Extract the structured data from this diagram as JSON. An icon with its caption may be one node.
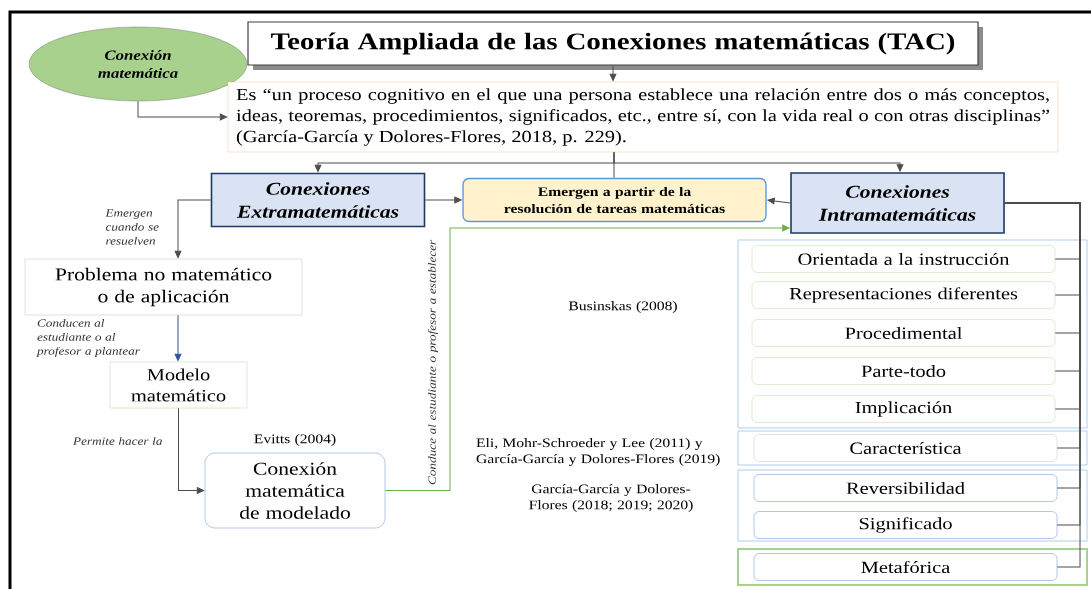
{
  "diagram": {
    "nodes": [
      {
        "text": [
          "Teoría Ampliada de las Conexiones matemáticas (TAC)"
        ]
      },
      {
        "text": [
          "Conexión matemática"
        ]
      },
      {
        "text": [
          "Es “un proceso cognitivo en el que una persona establece una relación entre dos o más conceptos, ideas, teoremas, procedimientos, significados, etc., entre sí, con la vida real o con otras disciplinas” (García-García y Dolores-Flores, 2018, p. 229)."
        ]
      },
      {
        "text": [
          "Conexiones Extramatemáticas"
        ]
      },
      {
        "text": [
          "Emergen a partir de la resolución de tareas matemáticas"
        ]
      },
      {
        "text": [
          "Conexiones Intramatemáticas"
        ]
      },
      {
        "text": [
          "Problema no matemático o de aplicación"
        ]
      },
      {
        "text": [
          "Modelo matemático"
        ]
      },
      {
        "text": [
          "Conexión matemática de modelado"
        ],
        "beside": [
          "Evitts (2004)"
        ]
      },
      {
        "text": [],
        "shape": "box"
      },
      {
        "text": [
          "Orientada a la instrucción"
        ],
        "in": 9
      },
      {
        "text": [
          "Representaciones diferentes"
        ],
        "in": 9
      },
      {
        "text": [
          "Procedimental"
        ],
        "in": 9
      },
      {
        "text": [
          "Parte-todo"
        ],
        "in": 9
      },
      {
        "text": [
          "Implicación"
        ],
        "in": 9
      },
      {
        "text": [],
        "shape": "box",
        "beside": [
          "Eli, Mohr-Schroeder y Lee (2011) y García-García y Dolores-Flores (2019)"
        ]
      },
      {
        "text": [
          "Característica"
        ],
        "in": 15
      },
      {
        "text": [],
        "shape": "box"
      },
      {
        "text": [
          "Reversibilidad"
        ],
        "in": 17
      },
      {
        "text": [
          "Significado"
        ],
        "in": 17
      },
      {
        "text": [],
        "shape": "box"
      },
      {
        "text": [
          "Metafórica"
        ],
        "in": 20
      }
    ],
    "edges": [
      {
        "from": 0,
        "to": 2,
        "arrow": "to"
      },
      {
        "from": 1,
        "to": 2,
        "arrow": "to"
      },
      {
        "from": 2,
        "to": 3,
        "arrow": "to"
      },
      {
        "from": 2,
        "to": 4,
        "arrow": "none"
      },
      {
        "from": 2,
        "to": 5,
        "arrow": "to"
      },
      {
        "from": 3,
        "to": 4,
        "arrow": "to"
      },
      {
        "from": 5,
        "to": 4,
        "arrow": "to"
      },
      {
        "from": 3,
        "to": 6,
        "arrow": "to",
        "label": "Emergen cuando se resuelven"
      },
      {
        "from": 6,
        "to": 7,
        "arrow": "to",
        "label": "Conducen al estudiante o al profesor a plantear",
        "color": "#2f5597"
      },
      {
        "from": 7,
        "to": 8,
        "arrow": "to",
        "label": "Permite hacer la"
      },
      {
        "from": 8,
        "to": 5,
        "arrow": "to",
        "label": "Conduce al estudiante o profesor a establecer",
        "color": "#70ad47"
      },
      {
        "from": 5,
        "to": 10,
        "arrow": "none"
      },
      {
        "from": 5,
        "to": 11,
        "arrow": "none"
      },
      {
        "from": 5,
        "to": 12,
        "arrow": "none"
      },
      {
        "from": 5,
        "to": 13,
        "arrow": "none"
      },
      {
        "from": 5,
        "to": 14,
        "arrow": "none"
      },
      {
        "from": 5,
        "to": 16,
        "arrow": "none"
      },
      {
        "from": 5,
        "to": 18,
        "arrow": "none"
      },
      {
        "from": 5,
        "to": 19,
        "arrow": "none"
      },
      {
        "from": 5,
        "to": 21,
        "arrow": "none"
      }
    ],
    "labels": [
      "Businskas (2008)",
      "García-García y Dolores-Flores (2018; 2019; 2020)"
    ]
  }
}
